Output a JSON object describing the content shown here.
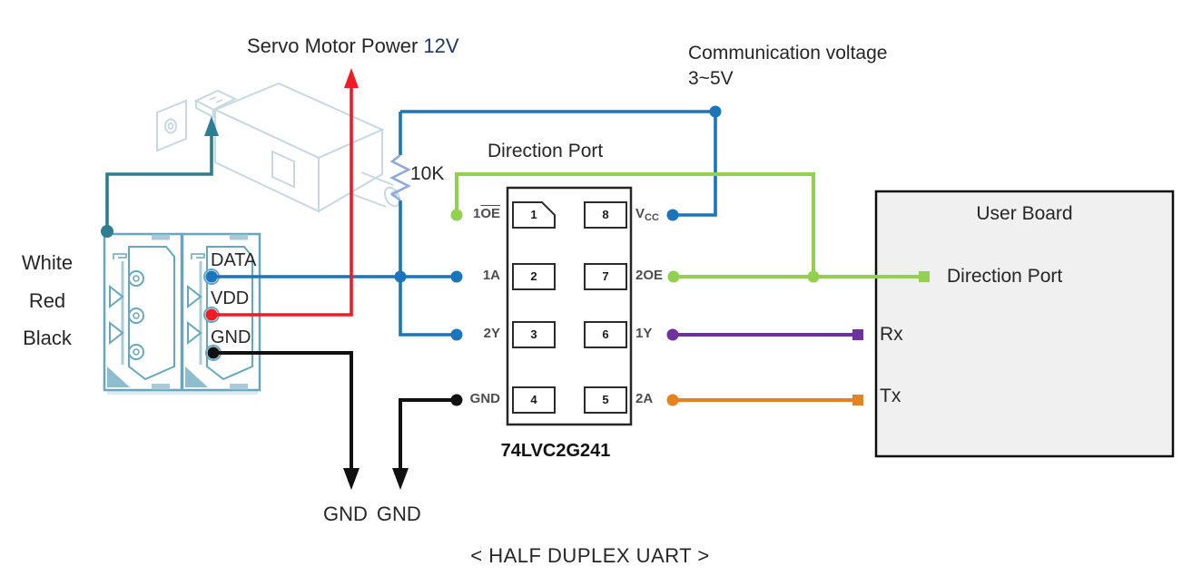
{
  "colors": {
    "wire_blue": "#1B75BC",
    "wire_red": "#EE1C25",
    "wire_green": "#92D050",
    "wire_purple": "#7030A0",
    "wire_orange": "#E8821E",
    "wire_black": "#111111",
    "wire_teal": "#2F7D92",
    "resistor_blue": "#8FA9DC",
    "connector_teal": "#66A7BD",
    "connector_teal_light": "#A9CBD9",
    "connector_teal_fill": "#8FBDD0",
    "servo_outline": "#C6D8E2",
    "voltage_navy": "#1F3864",
    "board_fill": "#F0F0F0",
    "board_border": "#0D0D0D",
    "text_dark": "#262626",
    "pin_text_gray": "#4D4D4D"
  },
  "labels": {
    "servo_power_prefix": "Servo Motor Power ",
    "servo_power_value": "12V",
    "comm_voltage_line1": "Communication voltage",
    "comm_voltage_line2": "3~5V",
    "direction_port": "Direction Port",
    "resistor_value": "10K",
    "gnd_left": "GND",
    "gnd_right": "GND",
    "caption": "< HALF DUPLEX UART >"
  },
  "servo_connector": {
    "wire_colors": [
      "White",
      "Red",
      "Black"
    ],
    "wire_names": [
      "DATA",
      "VDD",
      "GND"
    ]
  },
  "chip": {
    "name": "74LVC2G241",
    "left_pins": [
      {
        "label": "1OE",
        "label_prefix": "1",
        "label_overline": "OE",
        "number": "1"
      },
      {
        "label": "1A",
        "number": "2"
      },
      {
        "label": "2Y",
        "number": "3"
      },
      {
        "label": "GND",
        "number": "4"
      }
    ],
    "right_pins": [
      {
        "label": "VCC",
        "label_main": "V",
        "label_sub": "CC",
        "number": "8"
      },
      {
        "label": "2OE",
        "number": "7"
      },
      {
        "label": "1Y",
        "number": "6"
      },
      {
        "label": "2A",
        "number": "5"
      }
    ]
  },
  "user_board": {
    "title": "User Board",
    "ports": [
      "Direction Port",
      "Rx",
      "Tx"
    ]
  }
}
